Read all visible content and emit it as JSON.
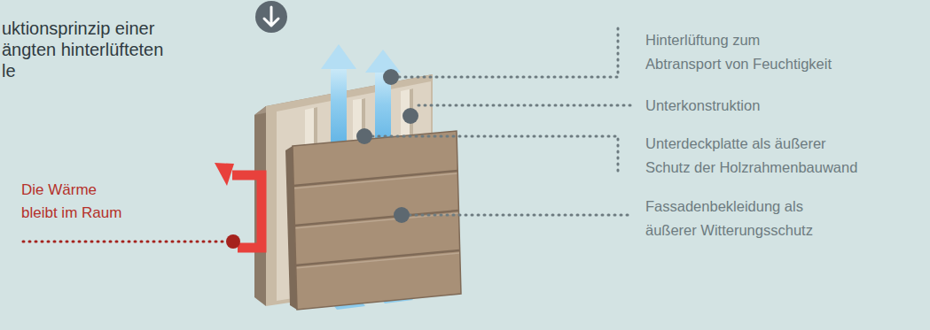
{
  "diagram": {
    "title": "uktionsprinzip einer ängten hinterlüfteten le",
    "labels": [
      "Hinterlüftung zum Abtransport von Feuchtigkeit",
      "Unterkonstruktion",
      "Unterdeckplatte als äußerer Schutz der Holzrahmenbauwand",
      "Fassadenbekleidung als äußerer Witterungsschutz",
      "Die Wärme bleibt im Raum"
    ]
  }
}
